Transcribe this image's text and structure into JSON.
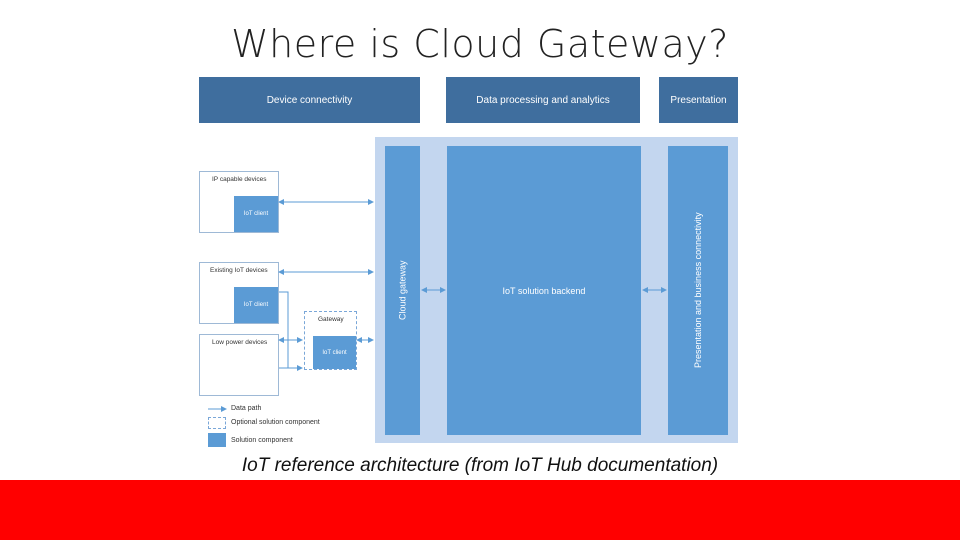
{
  "slide": {
    "title": "Where is Cloud Gateway?",
    "caption": "IoT reference architecture (from IoT Hub documentation)"
  },
  "diagram": {
    "headers": [
      "Device connectivity",
      "Data processing and analytics",
      "Presentation"
    ],
    "devices": {
      "ip_capable": "IP capable devices",
      "existing_iot": "Existing IoT devices",
      "low_power": "Low power devices",
      "gateway": "Gateway",
      "iot_client": "IoT client"
    },
    "columns": {
      "cloud_gateway": "Cloud gateway",
      "backend": "IoT solution backend",
      "presentation": "Presentation and business connectivity"
    },
    "legend": {
      "data_path": "Data path",
      "optional": "Optional solution component",
      "solution": "Solution component"
    },
    "colors": {
      "header": "#3f6e9e",
      "component": "#5b9bd5",
      "background_panel": "#c3d6ef",
      "arrow": "#5b9bd5",
      "band": "#ff0000"
    }
  }
}
